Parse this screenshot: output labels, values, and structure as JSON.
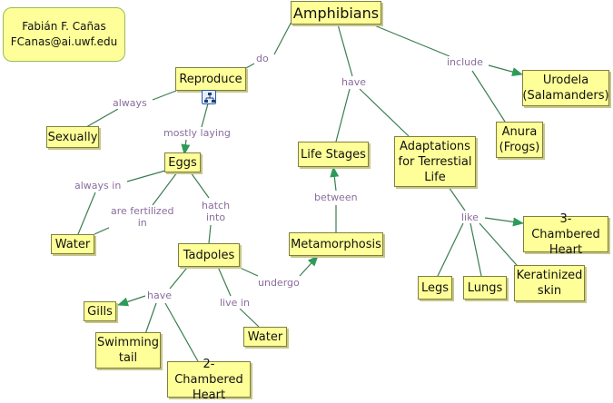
{
  "author": {
    "name": "Fabián F. Cañas",
    "email": "FCanas@ai.uwf.edu"
  },
  "concepts": {
    "amphibians": "Amphibians",
    "reproduce": "Reproduce",
    "sexually": "Sexually",
    "eggs": "Eggs",
    "water1": "Water",
    "tadpoles": "Tadpoles",
    "gills": "Gills",
    "swimming_tail": "Swimming\ntail",
    "two_chambered_heart": "2-Chambered\nHeart",
    "water2": "Water",
    "metamorphosis": "Metamorphosis",
    "life_stages": "Life Stages",
    "adaptations": "Adaptations\nfor Terrestial\nLife",
    "legs": "Legs",
    "lungs": "Lungs",
    "keratinized_skin": "Keratinized\nskin",
    "three_chambered_heart": "3-Chambered\nHeart",
    "anura": "Anura\n(Frogs)",
    "urodela": "Urodela\n(Salamanders)"
  },
  "links": {
    "do": "do",
    "have_top": "have",
    "include": "include",
    "always": "always",
    "mostly_laying": "mostly laying",
    "always_in": "always in",
    "are_fertilized_in": "are fertilized\nin",
    "hatch_into": "hatch\ninto",
    "have_tadpoles": "have",
    "live_in": "live in",
    "undergo": "undergo",
    "between": "between",
    "like": "like"
  },
  "colors": {
    "concept_fill": "#ffff99",
    "line": "#3a7d50",
    "arrow": "#2e9a5a",
    "link_text": "#8a6d9c"
  },
  "icons": {
    "submap": "concept-map-resource-icon"
  }
}
